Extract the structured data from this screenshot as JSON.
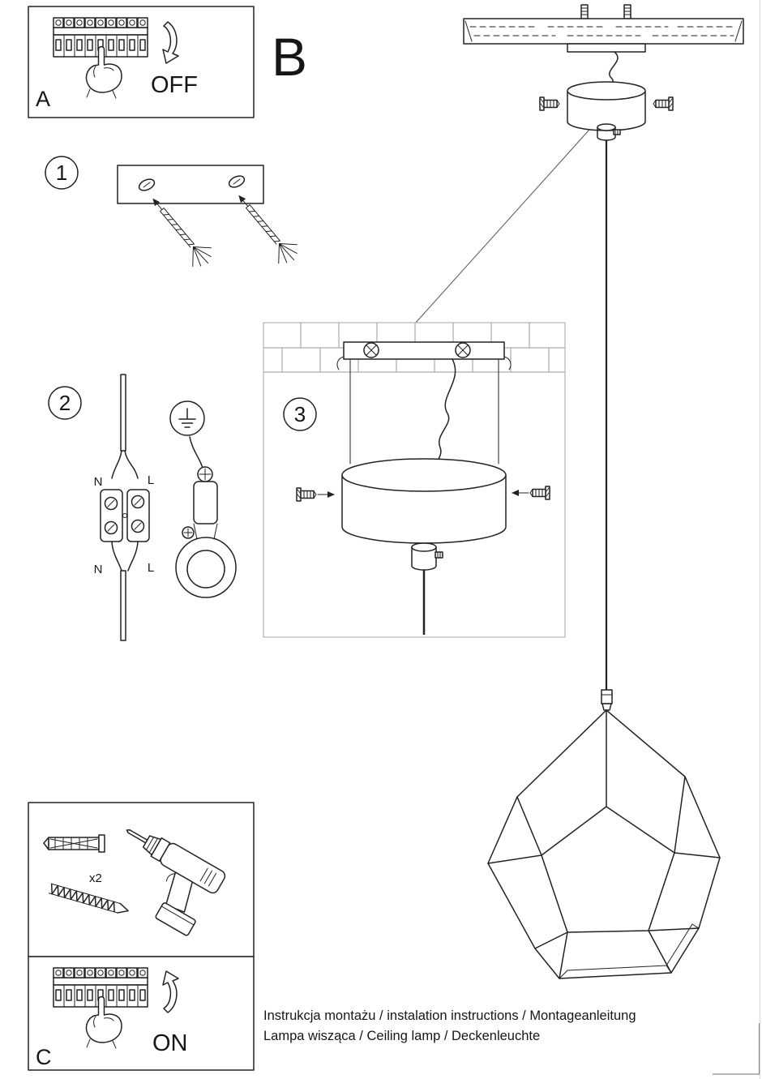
{
  "colors": {
    "ink": "#222222",
    "paper": "#ffffff",
    "tile_gray": "#9a9a9a"
  },
  "sections": {
    "panel_a": {
      "label": "A",
      "action": "OFF"
    },
    "panel_b": {
      "label": "B"
    },
    "panel_c": {
      "label": "C",
      "action": "ON"
    },
    "steps": {
      "one": "1",
      "two": "2",
      "three": "3"
    },
    "tools": {
      "anchor_count": "x2"
    }
  },
  "wiring_labels": {
    "neutral_in": "N",
    "line_in": "L",
    "neutral_out": "N",
    "line_out": "L"
  },
  "footer": {
    "line1": "Instrukcja montażu / instalation instructions / Montageanleitung",
    "line2": "Lampa wisząca / Ceiling lamp  / Deckenleuchte"
  }
}
